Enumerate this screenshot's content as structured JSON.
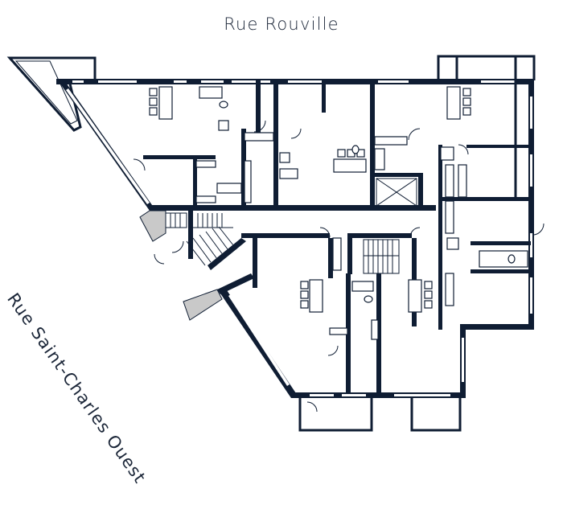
{
  "plan": {
    "type": "architectural floor plan",
    "wall_color": "#0f1d33",
    "label_color": "#1b2638",
    "background": "#ffffff"
  },
  "streets": {
    "top": "Rue Rouville",
    "diagonal": "Rue Saint-Charles Ouest"
  },
  "icons": {
    "door_swing": "quarter-arc",
    "stairs": "parallel-treads",
    "elevator": "crossed-box",
    "closet": "hatched-rack",
    "kitchen_island": "counter-with-stools",
    "bathtub": "rectangle",
    "toilet": "oval"
  }
}
